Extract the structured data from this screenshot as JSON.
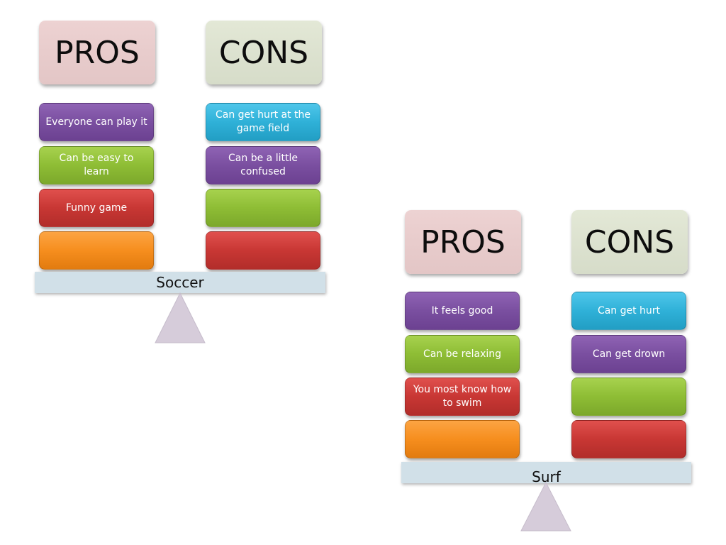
{
  "soccer": {
    "pros_title": "PROS",
    "cons_title": "CONS",
    "label": "Soccer",
    "pros": [
      "Everyone can play it",
      "Can be easy to learn",
      "Funny game",
      ""
    ],
    "cons": [
      "Can get hurt at the game field",
      "Can be a little confused",
      "",
      ""
    ]
  },
  "surf": {
    "pros_title": "PROS",
    "cons_title": "CONS",
    "label": "Surf",
    "pros": [
      "It feels good",
      "Can be relaxing",
      "You most know how to swim",
      ""
    ],
    "cons": [
      "Can get hurt",
      "Can get drown",
      "",
      ""
    ]
  },
  "colors": {
    "pros_header": "#e8cccc",
    "cons_header": "#dbe1cf",
    "purple": "#7a4fa0",
    "green": "#8ebd35",
    "red": "#c83734",
    "orange": "#f68e1e",
    "blue": "#2fb1d8",
    "beam": "#d1e0e8",
    "fulcrum": "#d6ccda"
  }
}
